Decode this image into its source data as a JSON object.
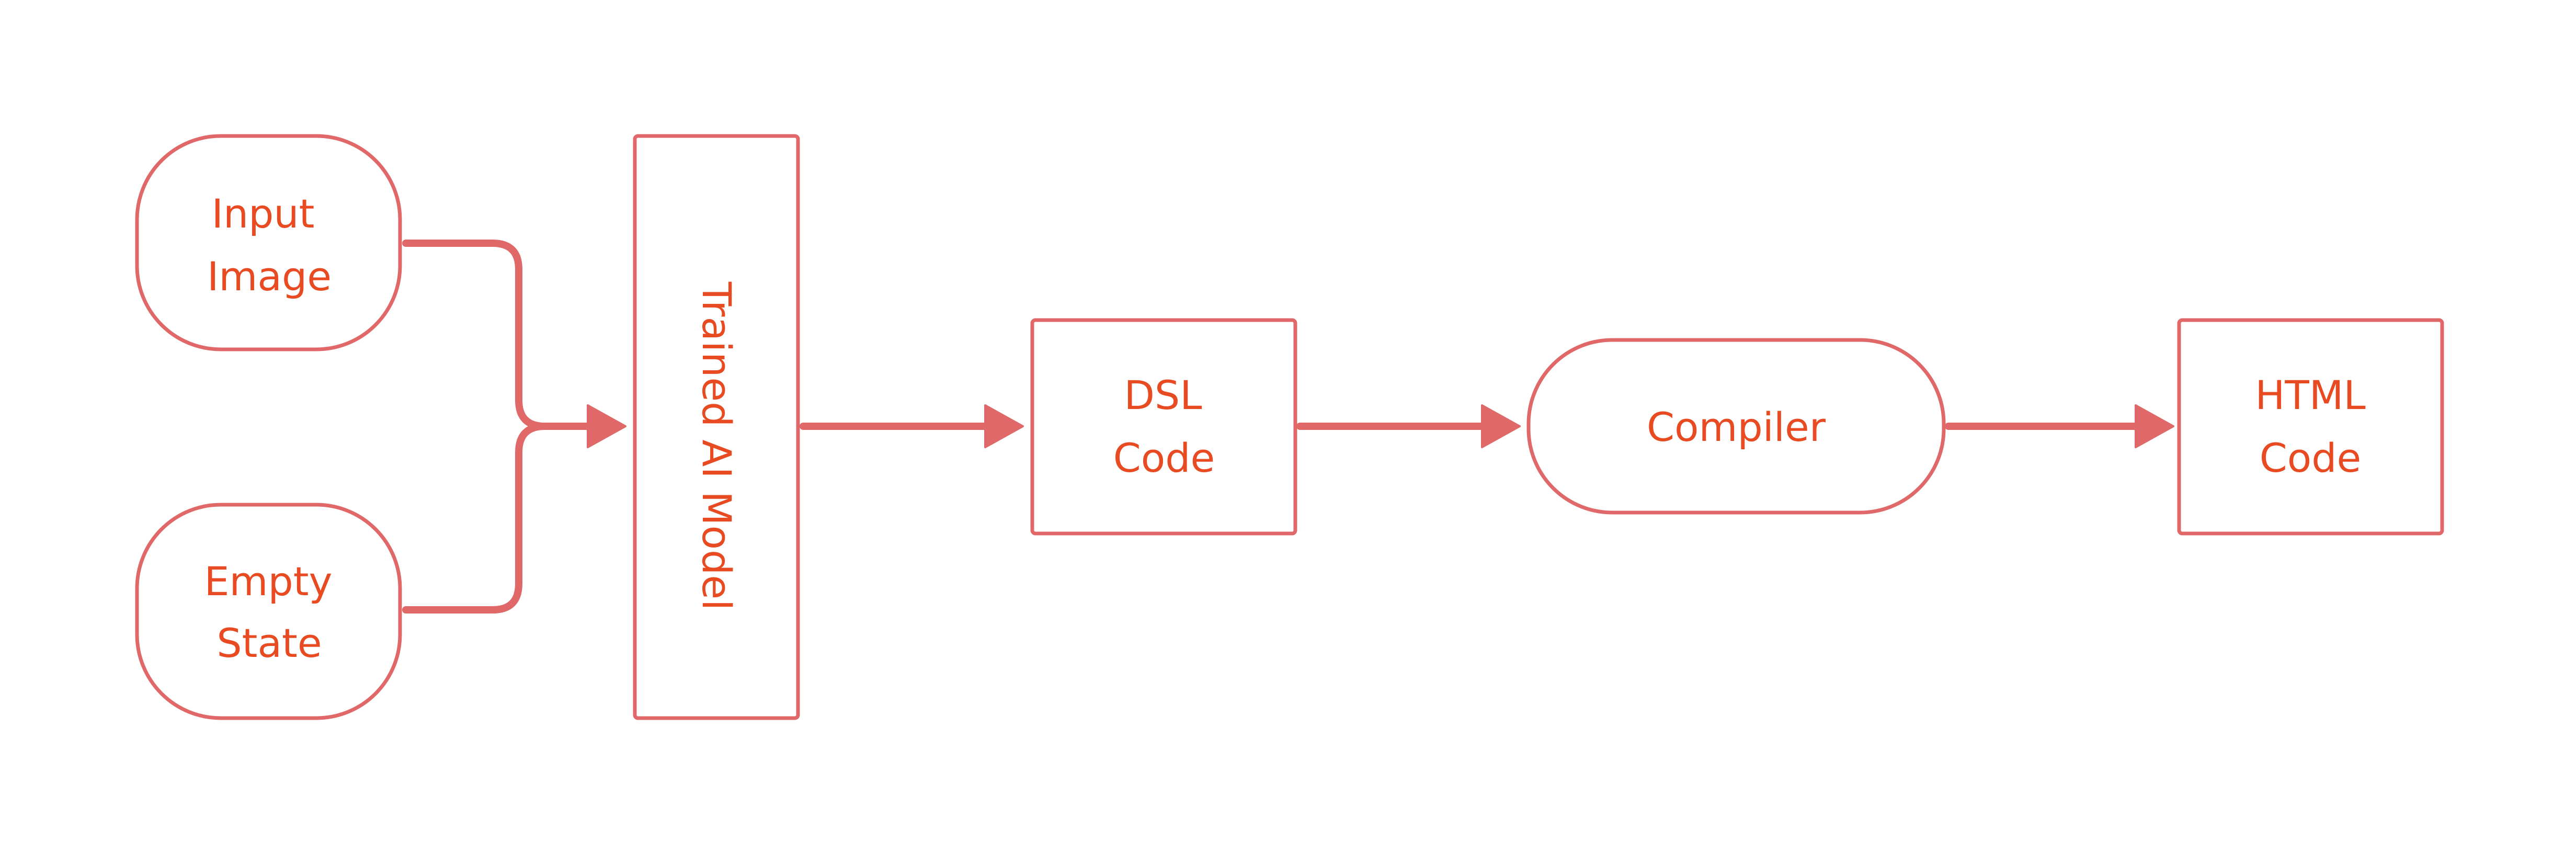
{
  "nodes": {
    "input_image": {
      "line1": "Input",
      "line2": "Image"
    },
    "empty_state": {
      "line1": "Empty",
      "line2": "State"
    },
    "trained_model": {
      "label": "Trained AI Model"
    },
    "dsl_code": {
      "line1": "DSL",
      "line2": "Code"
    },
    "compiler": {
      "label": "Compiler"
    },
    "html_code": {
      "line1": "HTML",
      "line2": "Code"
    }
  },
  "colors": {
    "stroke": "#e06868",
    "text": "#e84a22",
    "background": "#ffffff"
  }
}
